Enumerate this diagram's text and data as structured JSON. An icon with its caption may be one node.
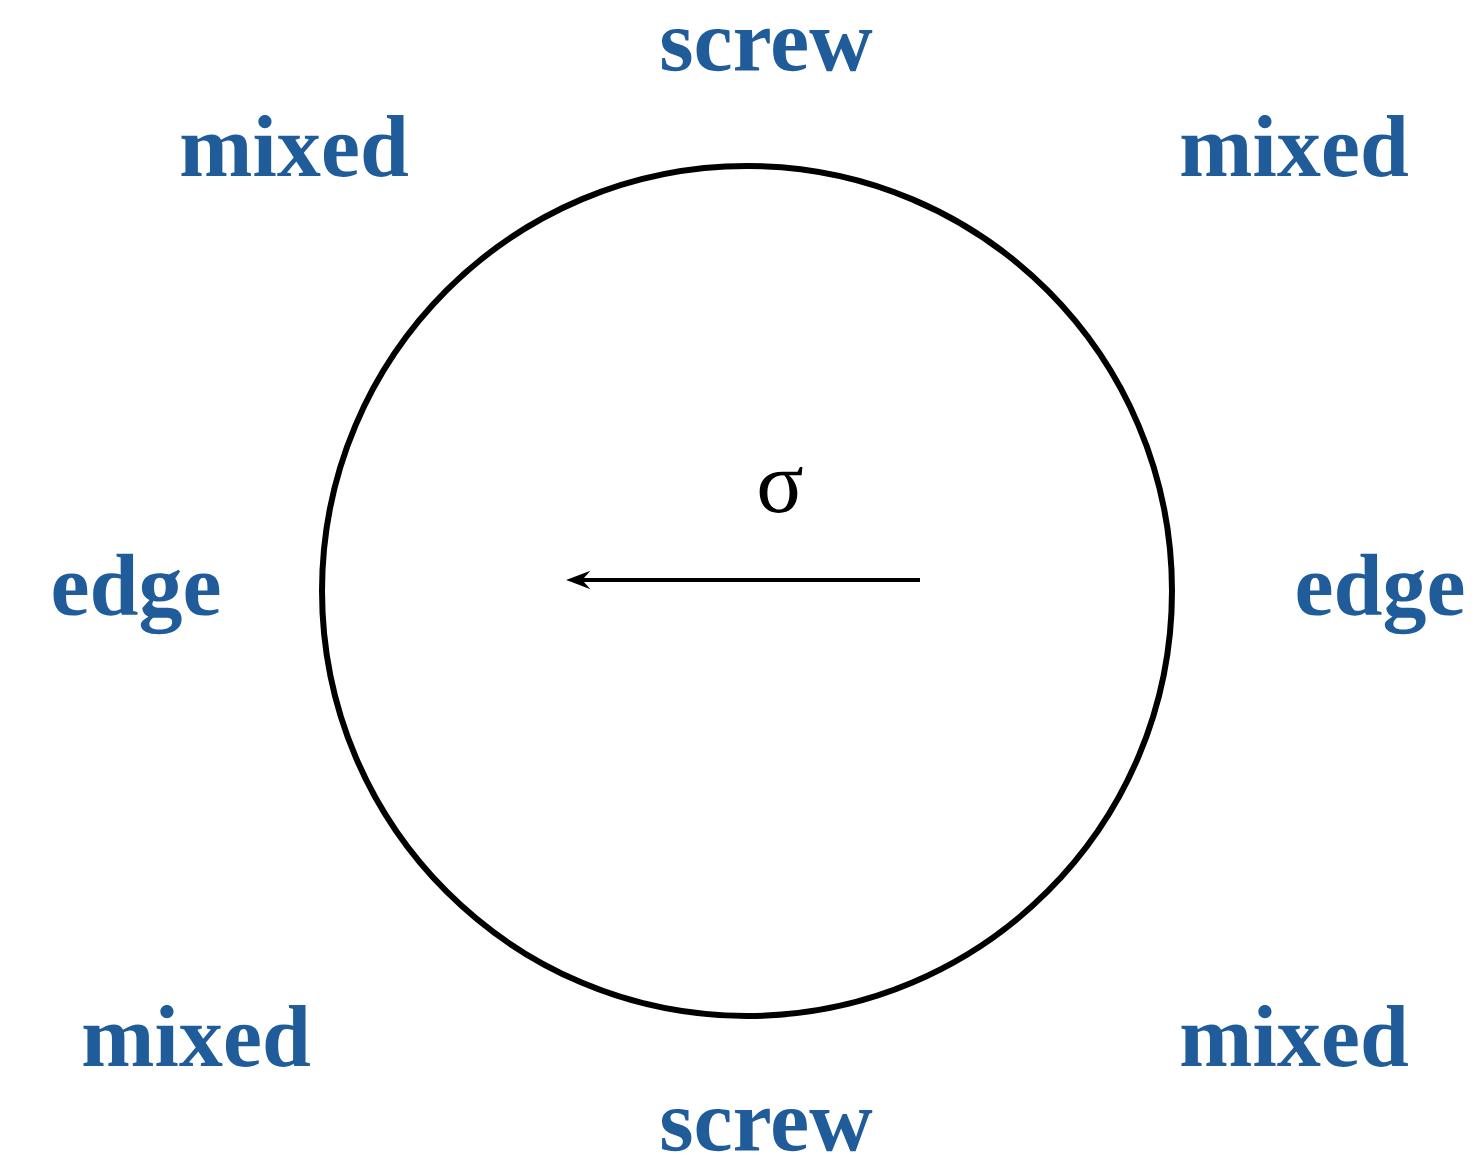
{
  "diagram": {
    "labels": [
      "screw",
      "mixed",
      "mixed",
      "σ",
      "edge",
      "edge",
      "mixed",
      "mixed",
      "screw"
    ]
  }
}
